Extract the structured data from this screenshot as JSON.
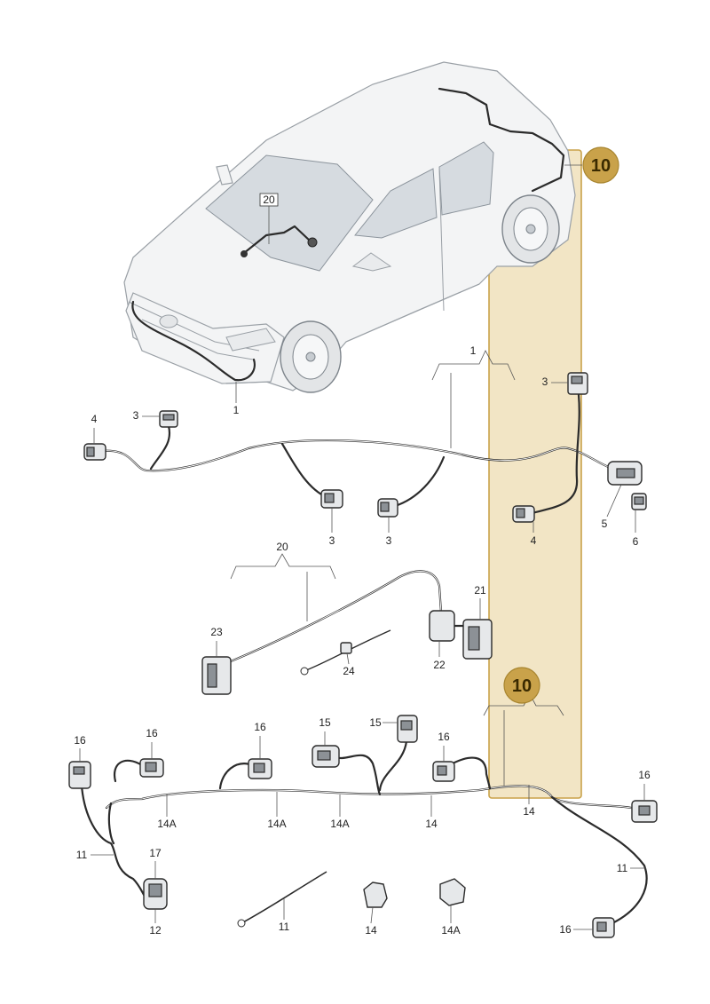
{
  "colors": {
    "highlight_fill": "#e8cf96",
    "highlight_stroke": "#c9a24a",
    "badge": "#c9a24a"
  },
  "badges": {
    "upper": "10",
    "lower": "10"
  },
  "labels": {
    "l20_car": "20",
    "l1_car": "1",
    "l1_group": "1",
    "l3_a": "3",
    "l4_left": "4",
    "l3_b": "3",
    "l3_c": "3",
    "l3_right": "3",
    "l4_right": "4",
    "l5": "5",
    "l6": "6",
    "l20_group": "20",
    "l21": "21",
    "l22": "22",
    "l23": "23",
    "l24": "24",
    "l16_a": "16",
    "l16_b": "16",
    "l16_c": "16",
    "l15_a": "15",
    "l15_b": "15",
    "l16_d": "16",
    "l16_e": "16",
    "l14A_a": "14A",
    "l14A_b": "14A",
    "l14A_c": "14A",
    "l14_a": "14",
    "l14_b": "14",
    "l11_left": "11",
    "l17": "17",
    "l12": "12",
    "l11_mid": "11",
    "l14_clip": "14",
    "l14A_clip": "14A",
    "l11_right": "11",
    "l16_f": "16"
  }
}
